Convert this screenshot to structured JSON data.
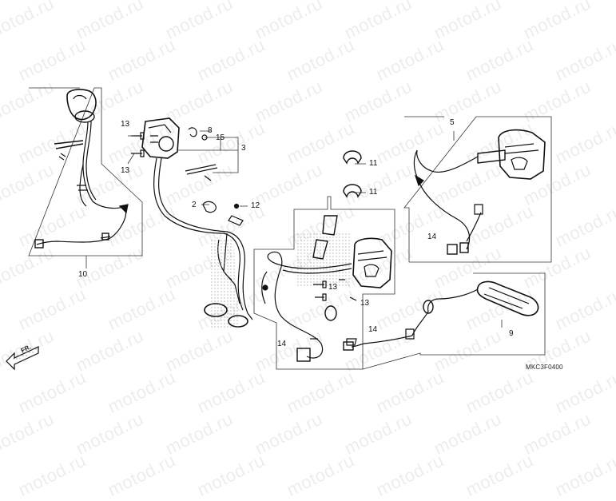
{
  "diagram": {
    "code": "MKC3F0400",
    "direction_label": "FR.",
    "watermark": "motod.ru",
    "callouts": [
      {
        "id": "c1",
        "text": "13"
      },
      {
        "id": "c2",
        "text": "13"
      },
      {
        "id": "c3",
        "text": "8"
      },
      {
        "id": "c4",
        "text": "15"
      },
      {
        "id": "c5",
        "text": "3"
      },
      {
        "id": "c6",
        "text": "2"
      },
      {
        "id": "c7",
        "text": "12"
      },
      {
        "id": "c8",
        "text": "11"
      },
      {
        "id": "c9",
        "text": "11"
      },
      {
        "id": "c10",
        "text": "5"
      },
      {
        "id": "c11",
        "text": "14"
      },
      {
        "id": "c12",
        "text": "13"
      },
      {
        "id": "c13",
        "text": "13"
      },
      {
        "id": "c14",
        "text": "14"
      },
      {
        "id": "c15",
        "text": "14"
      },
      {
        "id": "c16",
        "text": "10"
      },
      {
        "id": "c17",
        "text": "9"
      }
    ]
  }
}
